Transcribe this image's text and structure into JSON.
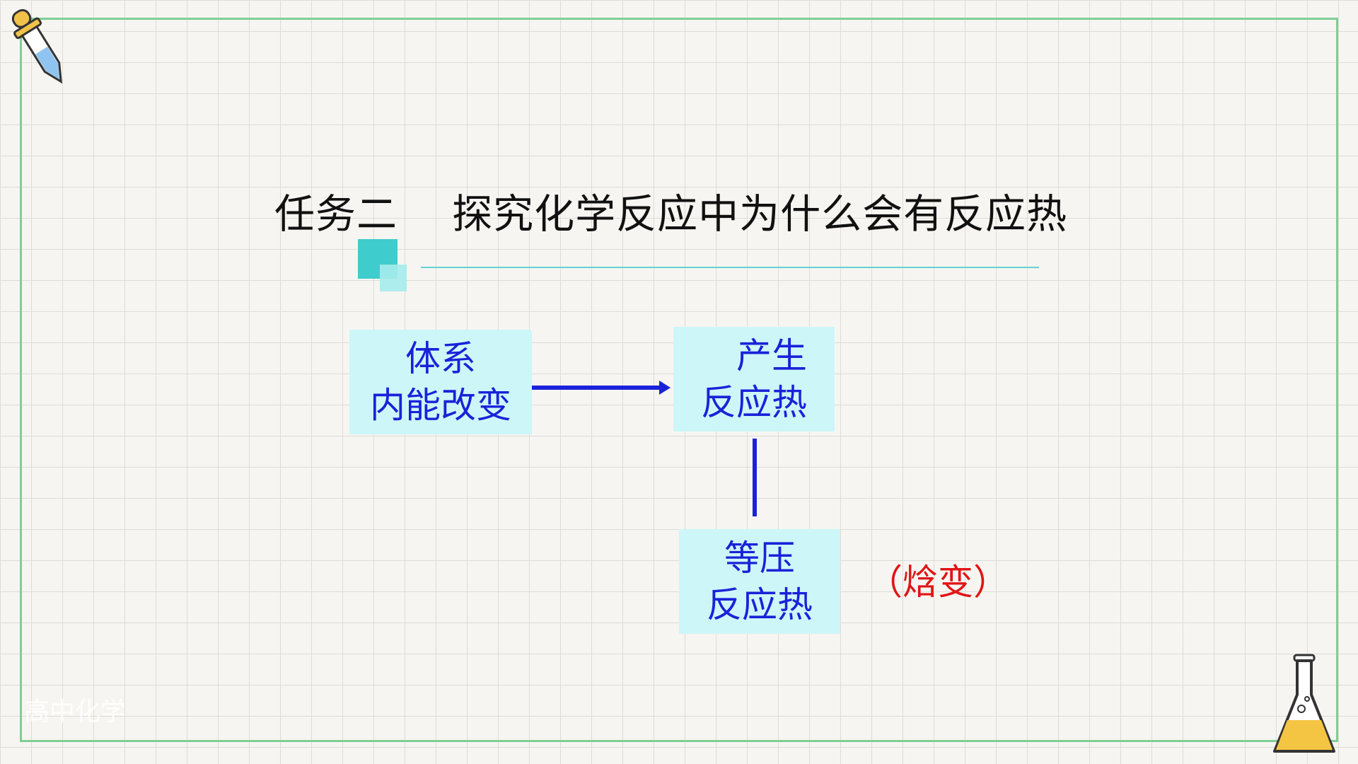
{
  "slide": {
    "title": "任务二　 探究化学反应中为什么会有反应热",
    "watermark": "高中化学"
  },
  "diagram": {
    "box_a": {
      "line1": "体系",
      "line2": "内能改变"
    },
    "box_b": {
      "line1": "　产生",
      "line2": "反应热"
    },
    "box_c": {
      "line1": "等压",
      "line2": "反应热"
    },
    "annotation": "（焓变）"
  },
  "colors": {
    "background": "#f6f5f2",
    "frame": "#7fcf92",
    "box_fill": "#cdf6f8",
    "diagram_text": "#1a22d9",
    "annotation": "#e11414",
    "accent": "#3fcccc"
  },
  "icons": [
    "dropper-icon",
    "flask-icon"
  ]
}
